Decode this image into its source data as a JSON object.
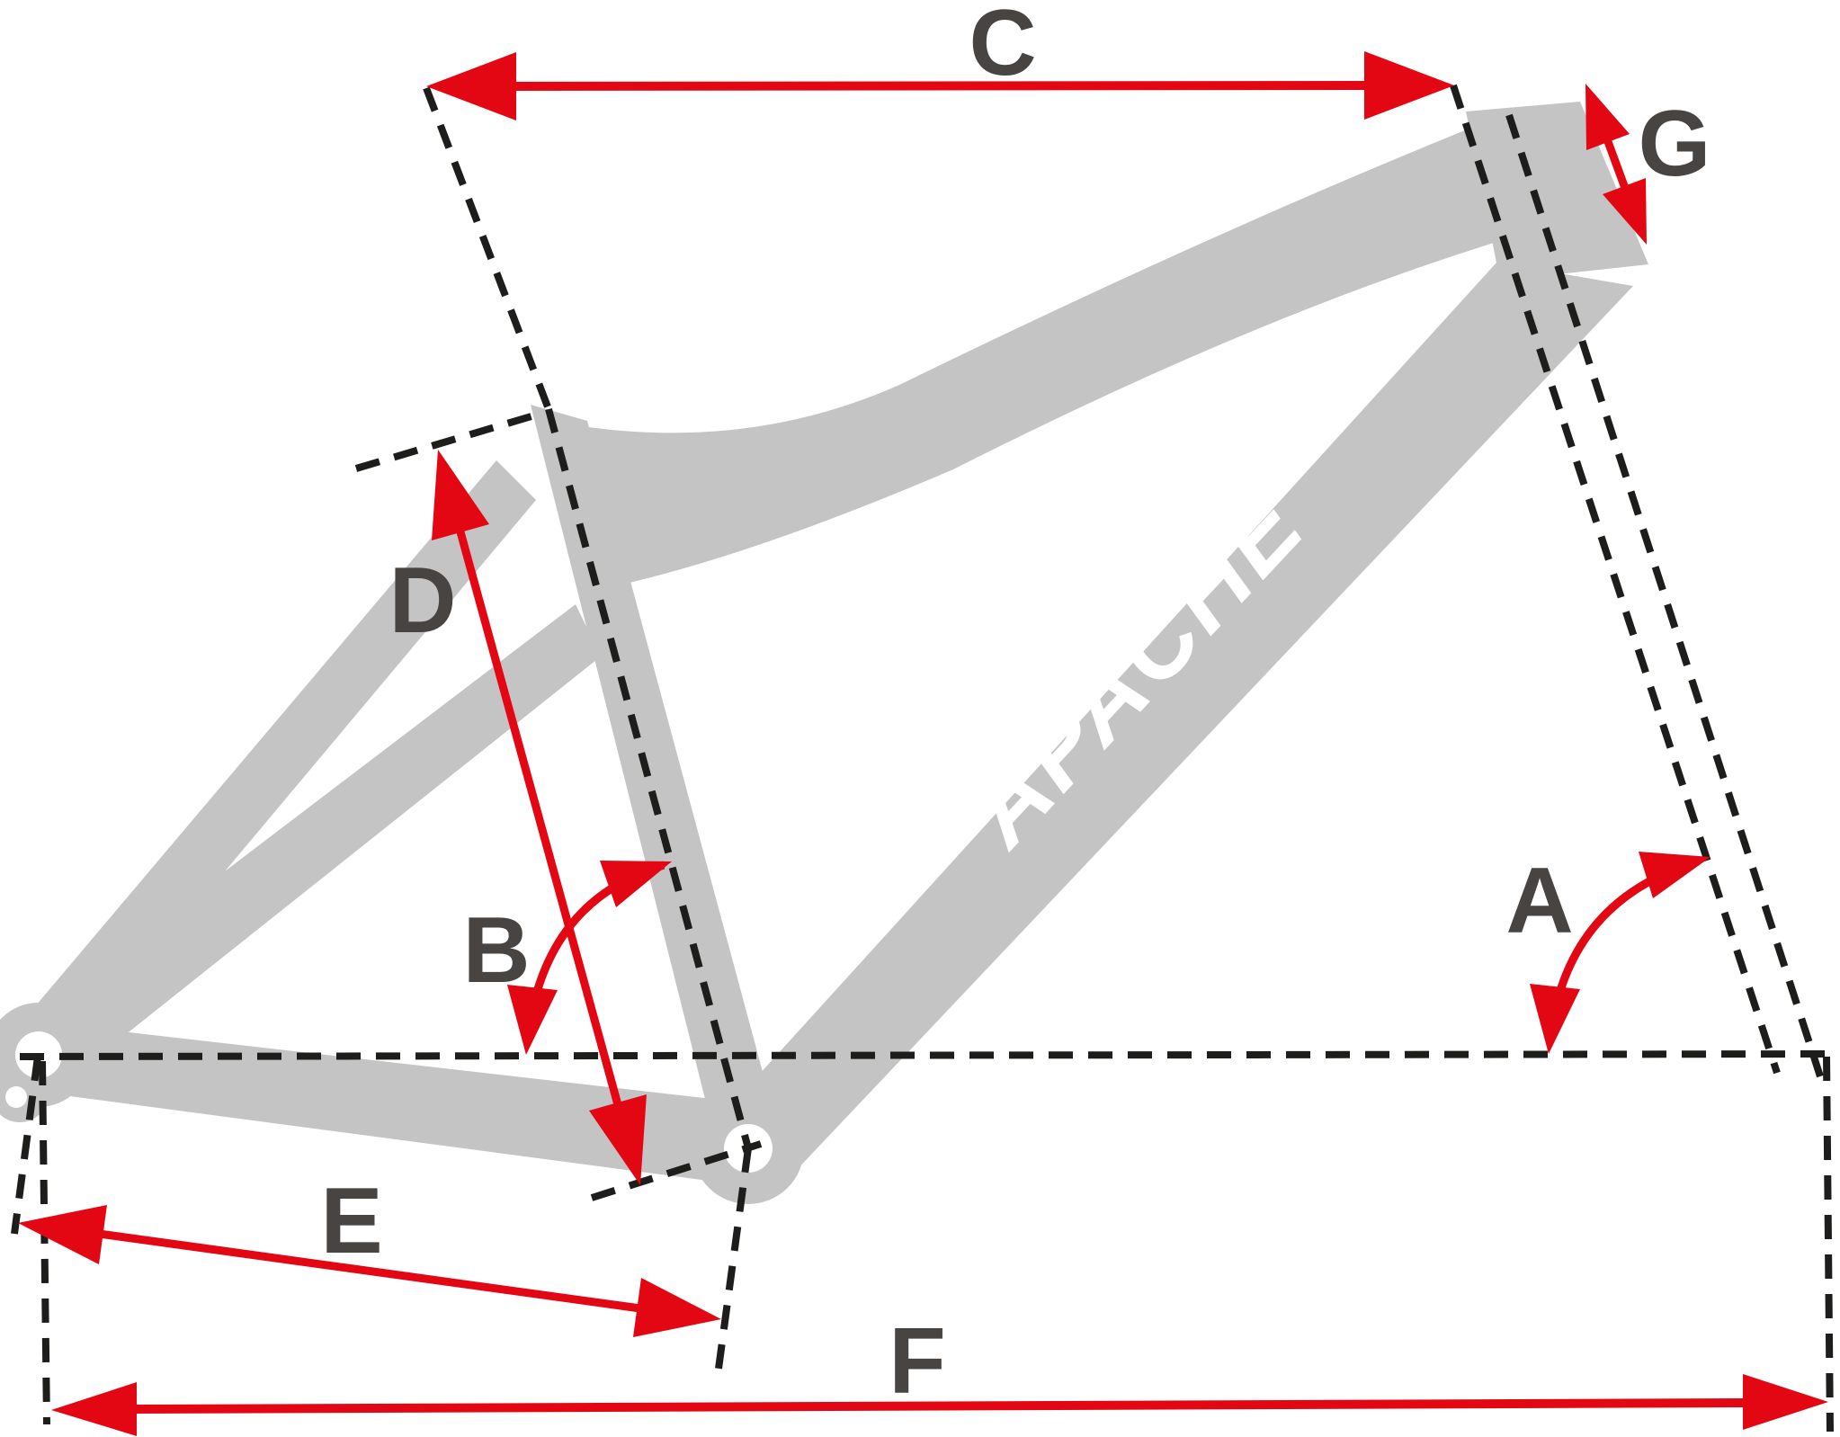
{
  "diagram": {
    "type": "bike-frame-geometry",
    "logo": {
      "text": "APACHE"
    },
    "labels": {
      "a": "A",
      "b": "B",
      "c": "C",
      "d": "D",
      "e": "E",
      "f": "F",
      "g": "G"
    },
    "colors": {
      "frame_gray": "#c4c4c4",
      "arrow_red": "#e30613",
      "label_dark": "#474442",
      "dash_black": "#1d1d1b",
      "logo_white": "#ffffff",
      "background": "#ffffff"
    }
  }
}
